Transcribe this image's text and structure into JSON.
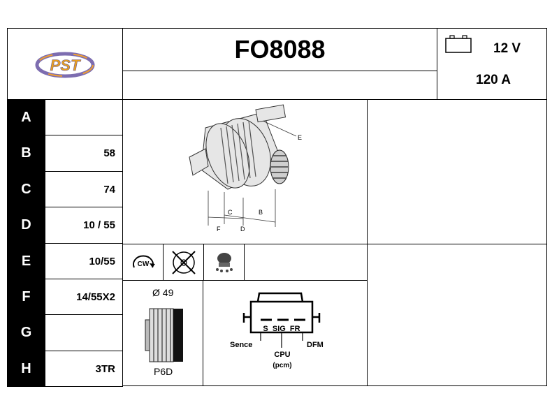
{
  "header": {
    "logo_text": "PST",
    "part_number": "FO8088",
    "voltage": "12 V",
    "amperage": "120 A",
    "battery_icon": "battery-icon"
  },
  "specs": [
    {
      "letter": "A",
      "value": ""
    },
    {
      "letter": "B",
      "value": "58"
    },
    {
      "letter": "C",
      "value": "74"
    },
    {
      "letter": "D",
      "value": "10 / 55"
    },
    {
      "letter": "E",
      "value": "10/55"
    },
    {
      "letter": "F",
      "value": "14/55X2"
    },
    {
      "letter": "G",
      "value": ""
    },
    {
      "letter": "H",
      "value": "3TR"
    }
  ],
  "diagram_labels": {
    "e": "E",
    "c": "C",
    "b": "B",
    "f": "F",
    "d": "D"
  },
  "rotation": {
    "label": "CW",
    "icon": "clockwise-rotation-icon"
  },
  "pulley": {
    "diameter": "Ø 49",
    "type": "P6D"
  },
  "connector": {
    "pins": "S  SIG  FR",
    "left_label": "Sence",
    "right_label": "DFM",
    "center_label": "CPU",
    "center_sub": "(pcm)"
  }
}
